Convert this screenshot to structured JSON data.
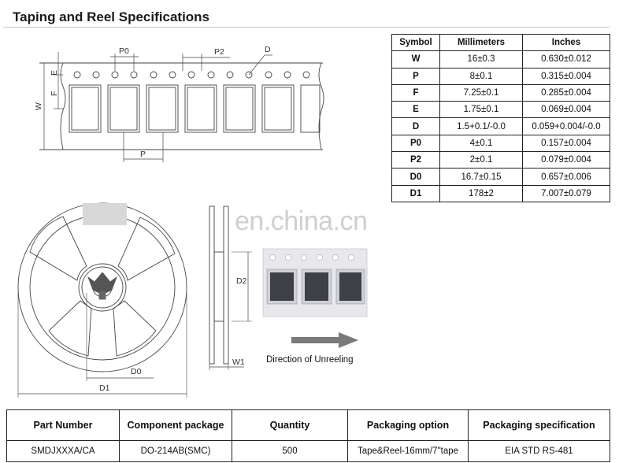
{
  "title": "Taping and Reel Specifications",
  "spec_table": {
    "headers": [
      "Symbol",
      "Millimeters",
      "Inches"
    ],
    "rows": [
      {
        "symbol": "W",
        "mm": "16±0.3",
        "inch": "0.630±0.012"
      },
      {
        "symbol": "P",
        "mm": "8±0.1",
        "inch": "0.315±0.004"
      },
      {
        "symbol": "F",
        "mm": "7.25±0.1",
        "inch": "0.285±0.004"
      },
      {
        "symbol": "E",
        "mm": "1.75±0.1",
        "inch": "0.069±0.004"
      },
      {
        "symbol": "D",
        "mm": "1.5+0.1/-0.0",
        "inch": "0.059+0.004/-0.0"
      },
      {
        "symbol": "P0",
        "mm": "4±0.1",
        "inch": "0.157±0.004"
      },
      {
        "symbol": "P2",
        "mm": "2±0.1",
        "inch": "0.079±0.004"
      },
      {
        "symbol": "D0",
        "mm": "16.7±0.15",
        "inch": "0.657±0.006"
      },
      {
        "symbol": "D1",
        "mm": "178±2",
        "inch": "7.007±0.079"
      }
    ]
  },
  "tape_labels": {
    "p0": "P0",
    "p2": "P2",
    "d": "D",
    "e": "E",
    "f": "F",
    "w": "W",
    "p": "P"
  },
  "reel_labels": {
    "d0": "D0",
    "d1": "D1",
    "d2": "D2",
    "w1": "W1"
  },
  "watermark": "en.china.cn",
  "unreeling_label": "Direction of Unreeling",
  "order_table": {
    "headers": [
      "Part Number",
      "Component package",
      "Quantity",
      "Packaging option",
      "Packaging specification"
    ],
    "row": [
      "SMDJXXXA/CA",
      "DO-214AB(SMC)",
      "500",
      "Tape&Reel-16mm/7\"tape",
      "EIA STD RS-481"
    ]
  }
}
